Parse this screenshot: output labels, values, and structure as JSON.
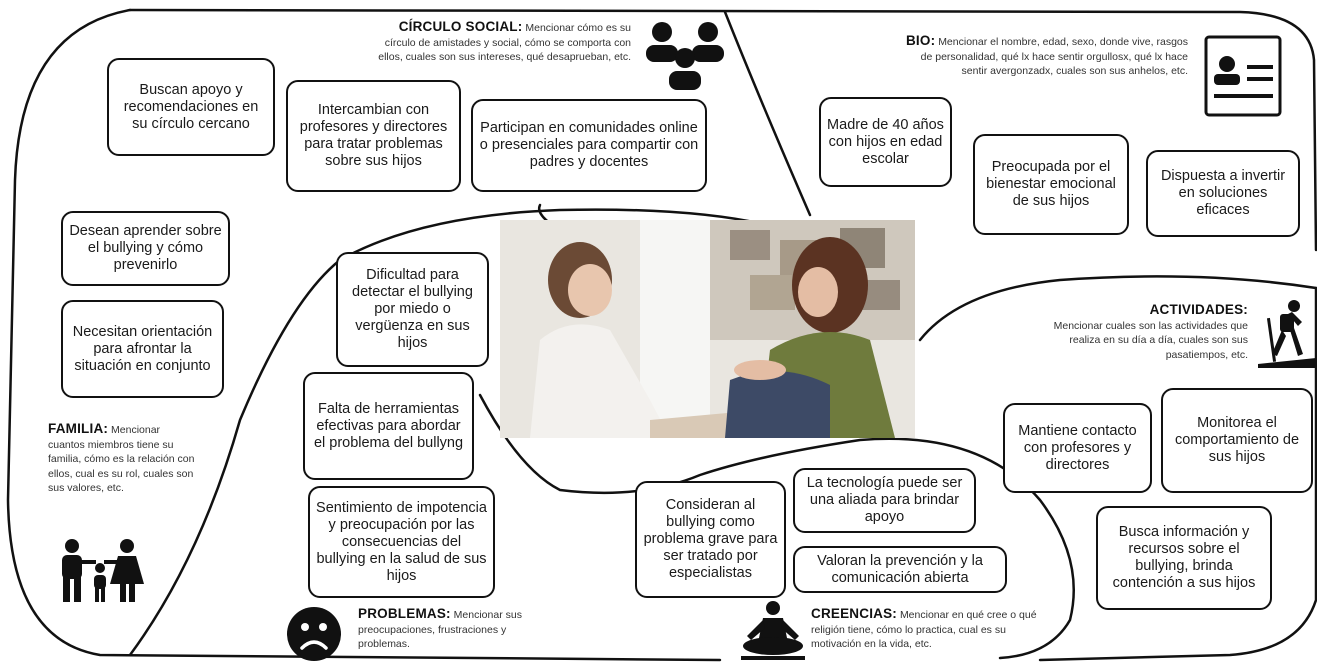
{
  "sections": {
    "social": {
      "title": "CÍRCULO SOCIAL:",
      "desc": "Mencionar cómo es su círculo de amistades y social, cómo se comporta con ellos, cuales son sus intereses, qué desaprueban, etc."
    },
    "bio": {
      "title": "BIO:",
      "desc": "Mencionar el nombre, edad, sexo, donde vive, rasgos de personalidad, qué lx hace sentir orgullosx, qué lx hace sentir avergonzadx, cuales son sus anhelos, etc."
    },
    "actividades": {
      "title": "ACTIVIDADES:",
      "desc": "Mencionar cuales son las actividades que realiza en su día a día, cuales son sus pasatiempos, etc."
    },
    "familia": {
      "title": "FAMILIA:",
      "desc": "Mencionar cuantos miembros tiene su familia, cómo es la relación con ellos, cual es su rol, cuales son sus valores, etc."
    },
    "problemas": {
      "title": "PROBLEMAS:",
      "desc": "Mencionar sus preocupaciones, frustraciones y problemas."
    },
    "creencias": {
      "title": "CREENCIAS:",
      "desc": "Mencionar en qué cree o qué religión tiene, cómo lo practica, cual es su motivación en la vida, etc."
    }
  },
  "notes": {
    "social_1": "Buscan apoyo y recomendaciones en su círculo cercano",
    "social_2": "Intercambian con profesores y directores para tratar problemas sobre sus hijos",
    "social_3": "Participan en comunidades online o presenciales para compartir con padres y docentes",
    "bio_1": "Madre de 40 años con hijos en edad escolar",
    "bio_2": "Preocupada por el bienestar emocional de sus hijos",
    "bio_3": "Dispuesta a invertir en soluciones eficaces",
    "familia_1": "Desean aprender sobre el bullying y cómo prevenirlo",
    "familia_2": "Necesitan orientación para afrontar la situación en conjunto",
    "problemas_1": "Dificultad para detectar el bullying por miedo o vergüenza en sus hijos",
    "problemas_2": "Falta de herramientas efectivas para abordar el problema del bullyng",
    "problemas_3": "Sentimiento de impotencia y preocupación por las consecuencias del bullying en la salud de sus hijos",
    "actividades_1": "Mantiene contacto con profesores y directores",
    "actividades_2": "Monitorea el comportamiento de sus hijos",
    "actividades_3": "Busca información y recursos sobre el bullying, brinda contención a sus hijos",
    "creencias_1": "Consideran al bullying como problema grave para ser tratado por especialistas",
    "creencias_2": "La tecnología puede ser una aliada para brindar apoyo",
    "creencias_3": "Valoran la prevención y la comunicación abierta"
  },
  "icons": [
    "group-icon",
    "id-card-icon",
    "hiker-icon",
    "family-icon",
    "sad-face-icon",
    "meditation-icon"
  ]
}
